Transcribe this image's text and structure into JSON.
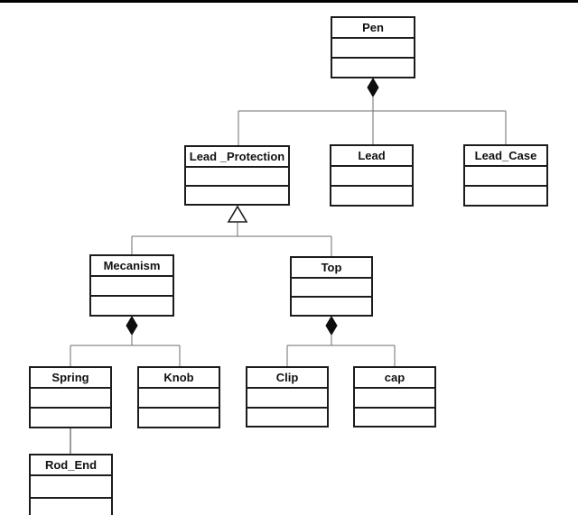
{
  "diagram": {
    "type": "uml-class-diagram",
    "classes": {
      "pen": {
        "name": "Pen",
        "attributes": [],
        "operations": []
      },
      "lead_protection": {
        "name": "Lead _Protection",
        "attributes": [],
        "operations": []
      },
      "lead": {
        "name": "Lead",
        "attributes": [],
        "operations": []
      },
      "lead_case": {
        "name": "Lead_Case",
        "attributes": [],
        "operations": []
      },
      "mecanism": {
        "name": "Mecanism",
        "attributes": [],
        "operations": []
      },
      "top": {
        "name": "Top",
        "attributes": [],
        "operations": []
      },
      "spring": {
        "name": "Spring",
        "attributes": [],
        "operations": []
      },
      "knob": {
        "name": "Knob",
        "attributes": [],
        "operations": []
      },
      "clip": {
        "name": "Clip",
        "attributes": [],
        "operations": []
      },
      "cap": {
        "name": "cap",
        "attributes": [],
        "operations": []
      },
      "rod_end": {
        "name": "Rod_End",
        "attributes": [],
        "operations": []
      }
    },
    "relationships": [
      {
        "type": "composition",
        "whole": "Pen",
        "part": "Lead _Protection"
      },
      {
        "type": "composition",
        "whole": "Pen",
        "part": "Lead"
      },
      {
        "type": "composition",
        "whole": "Pen",
        "part": "Lead_Case"
      },
      {
        "type": "generalization",
        "parent": "Lead _Protection",
        "child": "Mecanism"
      },
      {
        "type": "generalization",
        "parent": "Lead _Protection",
        "child": "Top"
      },
      {
        "type": "composition",
        "whole": "Mecanism",
        "part": "Spring"
      },
      {
        "type": "composition",
        "whole": "Mecanism",
        "part": "Knob"
      },
      {
        "type": "composition",
        "whole": "Top",
        "part": "Clip"
      },
      {
        "type": "composition",
        "whole": "Top",
        "part": "cap"
      },
      {
        "type": "association",
        "from": "Spring",
        "to": "Rod_End"
      }
    ],
    "colors": {
      "background": "#ffffff",
      "box_border": "#1c1c1c",
      "connector": "#6e6e6e",
      "diamond_fill": "#0d0d0d",
      "triangle_fill": "#ffffff",
      "top_border": "#000000"
    }
  }
}
